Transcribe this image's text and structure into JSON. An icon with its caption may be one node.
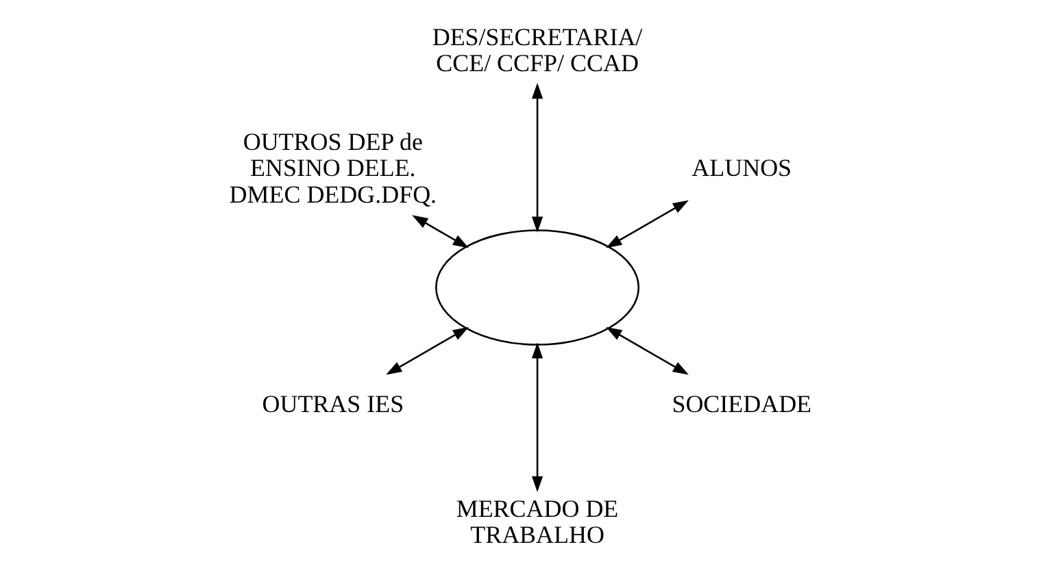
{
  "diagram": {
    "nodes": [
      {
        "text": [
          "ALUNOS"
        ]
      },
      {
        "text": [
          "DES/SECRETARIA/ CCE/ CCFP/ CCAD"
        ]
      },
      {
        "text": [],
        "shape": "ellipse"
      },
      {
        "text": [
          "OUTROS DEP de ENSINO DELE. DMEC DEDG.DFQ."
        ]
      },
      {
        "text": [
          "OUTRAS IES"
        ]
      },
      {
        "text": [
          "MERCADO DE TRABALHO"
        ]
      },
      {
        "text": [
          "SOCIEDADE"
        ]
      }
    ],
    "edges": [
      {
        "from": 2,
        "to": 0,
        "arrow": "both"
      },
      {
        "from": 2,
        "to": 1,
        "arrow": "both"
      },
      {
        "from": 2,
        "to": 3,
        "arrow": "both"
      },
      {
        "from": 2,
        "to": 4,
        "arrow": "both"
      },
      {
        "from": 2,
        "to": 5,
        "arrow": "both"
      },
      {
        "from": 2,
        "to": 6,
        "arrow": "both"
      }
    ]
  }
}
